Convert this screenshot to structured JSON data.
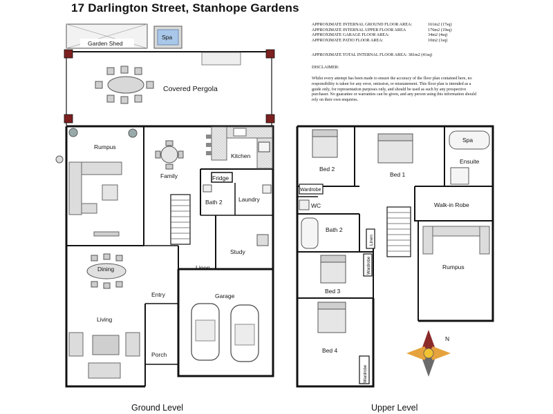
{
  "title": "17 Darlington Street, Stanhope Gardens",
  "areas": [
    {
      "label": "Approximate internal ground floor area:",
      "value": "161m2 (17sq)"
    },
    {
      "label": "Approximate internal upper floor area",
      "value": "176m2 (19sq)"
    },
    {
      "label": "Approximate garage floor area:",
      "value": "34m2 (4sq)"
    },
    {
      "label": "Approximate patio floor area:",
      "value": "10m2 (1sq)"
    }
  ],
  "total": {
    "label": "Approximate total internal floor area:",
    "value": "381m2 (41sq)"
  },
  "disclaimer_heading": "Disclaimer:",
  "disclaimer_text": "Whilst every attempt has been made to ensure the accuracy of the floor plan contained here, no responsibility is taken for any error, omission, or misstatement. This floor plan is intended as a guide only, for representation purposes only, and should be used as such by any prospective purchaser. No guarantee or warranties can be given, and any person using this information should rely on their own enquiries.",
  "ground": {
    "level_label": "Ground Level",
    "rooms": {
      "garden_shed": "Garden Shed",
      "spa": "Spa",
      "covered_pergola": "Covered Pergola",
      "rumpus": "Rumpus",
      "family": "Family",
      "kitchen": "Kitchen",
      "fridge": "Fridge",
      "bath2": "Bath 2",
      "laundry": "Laundry",
      "dining": "Dining",
      "linen": "Linen",
      "study": "Study",
      "entry": "Entry",
      "garage": "Garage",
      "living": "Living",
      "porch": "Porch"
    }
  },
  "upper": {
    "level_label": "Upper Level",
    "rooms": {
      "bed2": "Bed 2",
      "bed1": "Bed 1",
      "spa": "Spa",
      "ensuite": "Ensuite",
      "wardrobe_bed2": "Wardrobe",
      "wc": "WC",
      "walk_in_robe": "Walk-in Robe",
      "bath2": "Bath 2",
      "linen": "Linen",
      "wardrobe_bed3": "Wardrobe",
      "rumpus": "Rumpus",
      "bed3": "Bed 3",
      "bed4": "Bed 4",
      "wardrobe_bed4": "Wardrobe"
    }
  },
  "compass": {
    "north_label": "N"
  },
  "colors": {
    "wall": "#111111",
    "floor": "#ffffff",
    "spa_water": "#a9c7e8",
    "furniture": "#bdbdbd"
  }
}
